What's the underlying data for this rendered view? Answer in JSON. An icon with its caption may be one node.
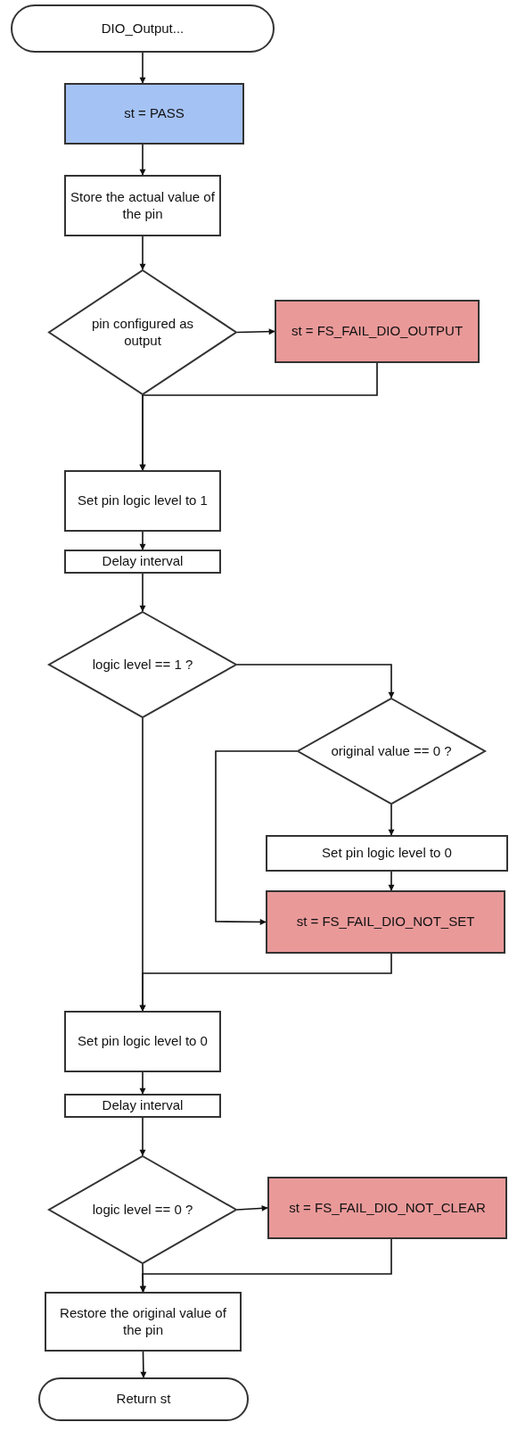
{
  "diagram": {
    "nodes": [
      {
        "text": [
          "DIO_Output..."
        ]
      },
      {
        "text": [
          "st = PASS"
        ]
      },
      {
        "text": [
          "Store the actual value of the pin"
        ]
      },
      {
        "text": [
          "pin configured as output"
        ]
      },
      {
        "text": [
          "st = FS_FAIL_DIO_OUTPUT"
        ]
      },
      {
        "text": [
          "Set pin logic level to 1"
        ]
      },
      {
        "text": [
          "Delay interval"
        ]
      },
      {
        "text": [
          "logic level == 1 ?"
        ]
      },
      {
        "text": [
          "original value == 0 ?"
        ]
      },
      {
        "text": [
          "Set pin logic level to 0"
        ]
      },
      {
        "text": [
          "st = FS_FAIL_DIO_NOT_SET"
        ]
      },
      {
        "text": [
          "Set pin logic level to 0"
        ]
      },
      {
        "text": [
          "Delay interval"
        ]
      },
      {
        "text": [
          "logic level == 0 ?"
        ]
      },
      {
        "text": [
          "st = FS_FAIL_DIO_NOT_CLEAR"
        ]
      },
      {
        "text": [
          "Restore the original value of the pin"
        ]
      },
      {
        "text": [
          "Return st"
        ]
      }
    ],
    "edges": [
      {
        "from": 0,
        "to": 1,
        "arrow": "to"
      },
      {
        "from": 1,
        "to": 2,
        "arrow": "to"
      },
      {
        "from": 2,
        "to": 3,
        "arrow": "to"
      },
      {
        "from": 3,
        "to": 4,
        "arrow": "to"
      },
      {
        "from": 4,
        "to": 5,
        "arrow": "to"
      },
      {
        "from": 3,
        "to": 5,
        "arrow": "to"
      },
      {
        "from": 5,
        "to": 6,
        "arrow": "to"
      },
      {
        "from": 6,
        "to": 7,
        "arrow": "to"
      },
      {
        "from": 7,
        "to": 8,
        "arrow": "to"
      },
      {
        "from": 8,
        "to": 9,
        "arrow": "to"
      },
      {
        "from": 9,
        "to": 10,
        "arrow": "to"
      },
      {
        "from": 8,
        "to": 10,
        "arrow": "to"
      },
      {
        "from": 7,
        "to": 11,
        "arrow": "to"
      },
      {
        "from": 10,
        "to": 11,
        "arrow": "to"
      },
      {
        "from": 11,
        "to": 12,
        "arrow": "to"
      },
      {
        "from": 12,
        "to": 13,
        "arrow": "to"
      },
      {
        "from": 13,
        "to": 14,
        "arrow": "to"
      },
      {
        "from": 13,
        "to": 15,
        "arrow": "to"
      },
      {
        "from": 14,
        "to": 15,
        "arrow": "to"
      },
      {
        "from": 15,
        "to": 16,
        "arrow": "to"
      }
    ]
  }
}
